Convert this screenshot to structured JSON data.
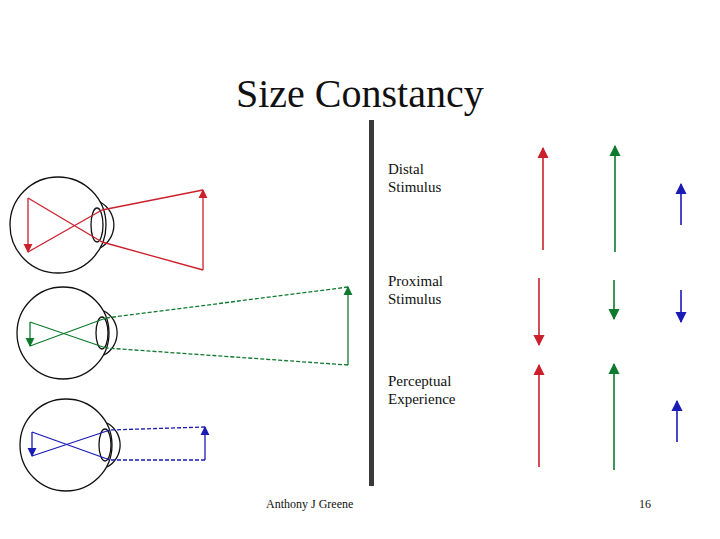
{
  "diagram": {
    "title": "Size Constancy",
    "labels": [
      "Distal Stimulus",
      "Proximal Stimulus",
      "Perceptual Experience",
      "Anthony J Greene",
      "16"
    ]
  }
}
